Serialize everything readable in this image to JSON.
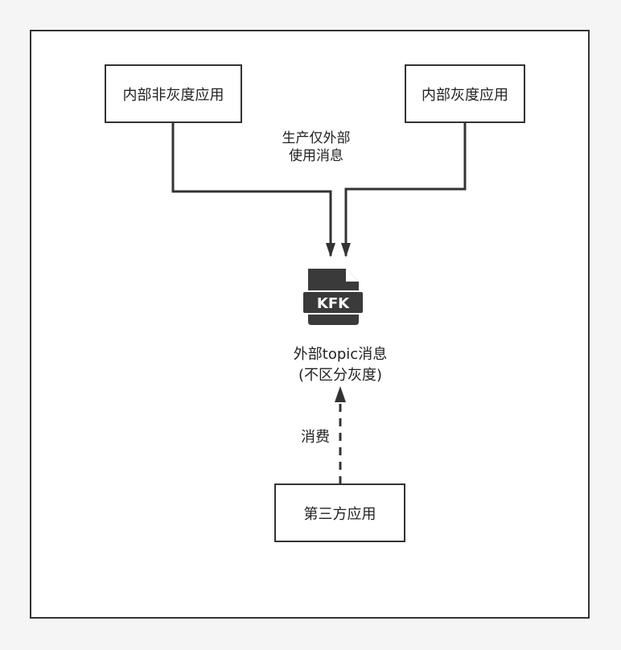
{
  "nodes": {
    "internal_non_gray_app": "内部非灰度应用",
    "internal_gray_app": "内部灰度应用",
    "third_party_app": "第三方应用"
  },
  "labels": {
    "produce_line1": "生产仅外部",
    "produce_line2": "使用消息",
    "topic_line1": "外部topic消息",
    "topic_line2": "(不区分灰度)",
    "consume": "消费"
  },
  "icon": {
    "name": "kafka-file-icon",
    "text": "KFK"
  },
  "colors": {
    "stroke": "#333333",
    "icon": "#3a3a3a",
    "background": "#f5f5f5",
    "canvas": "#ffffff"
  }
}
